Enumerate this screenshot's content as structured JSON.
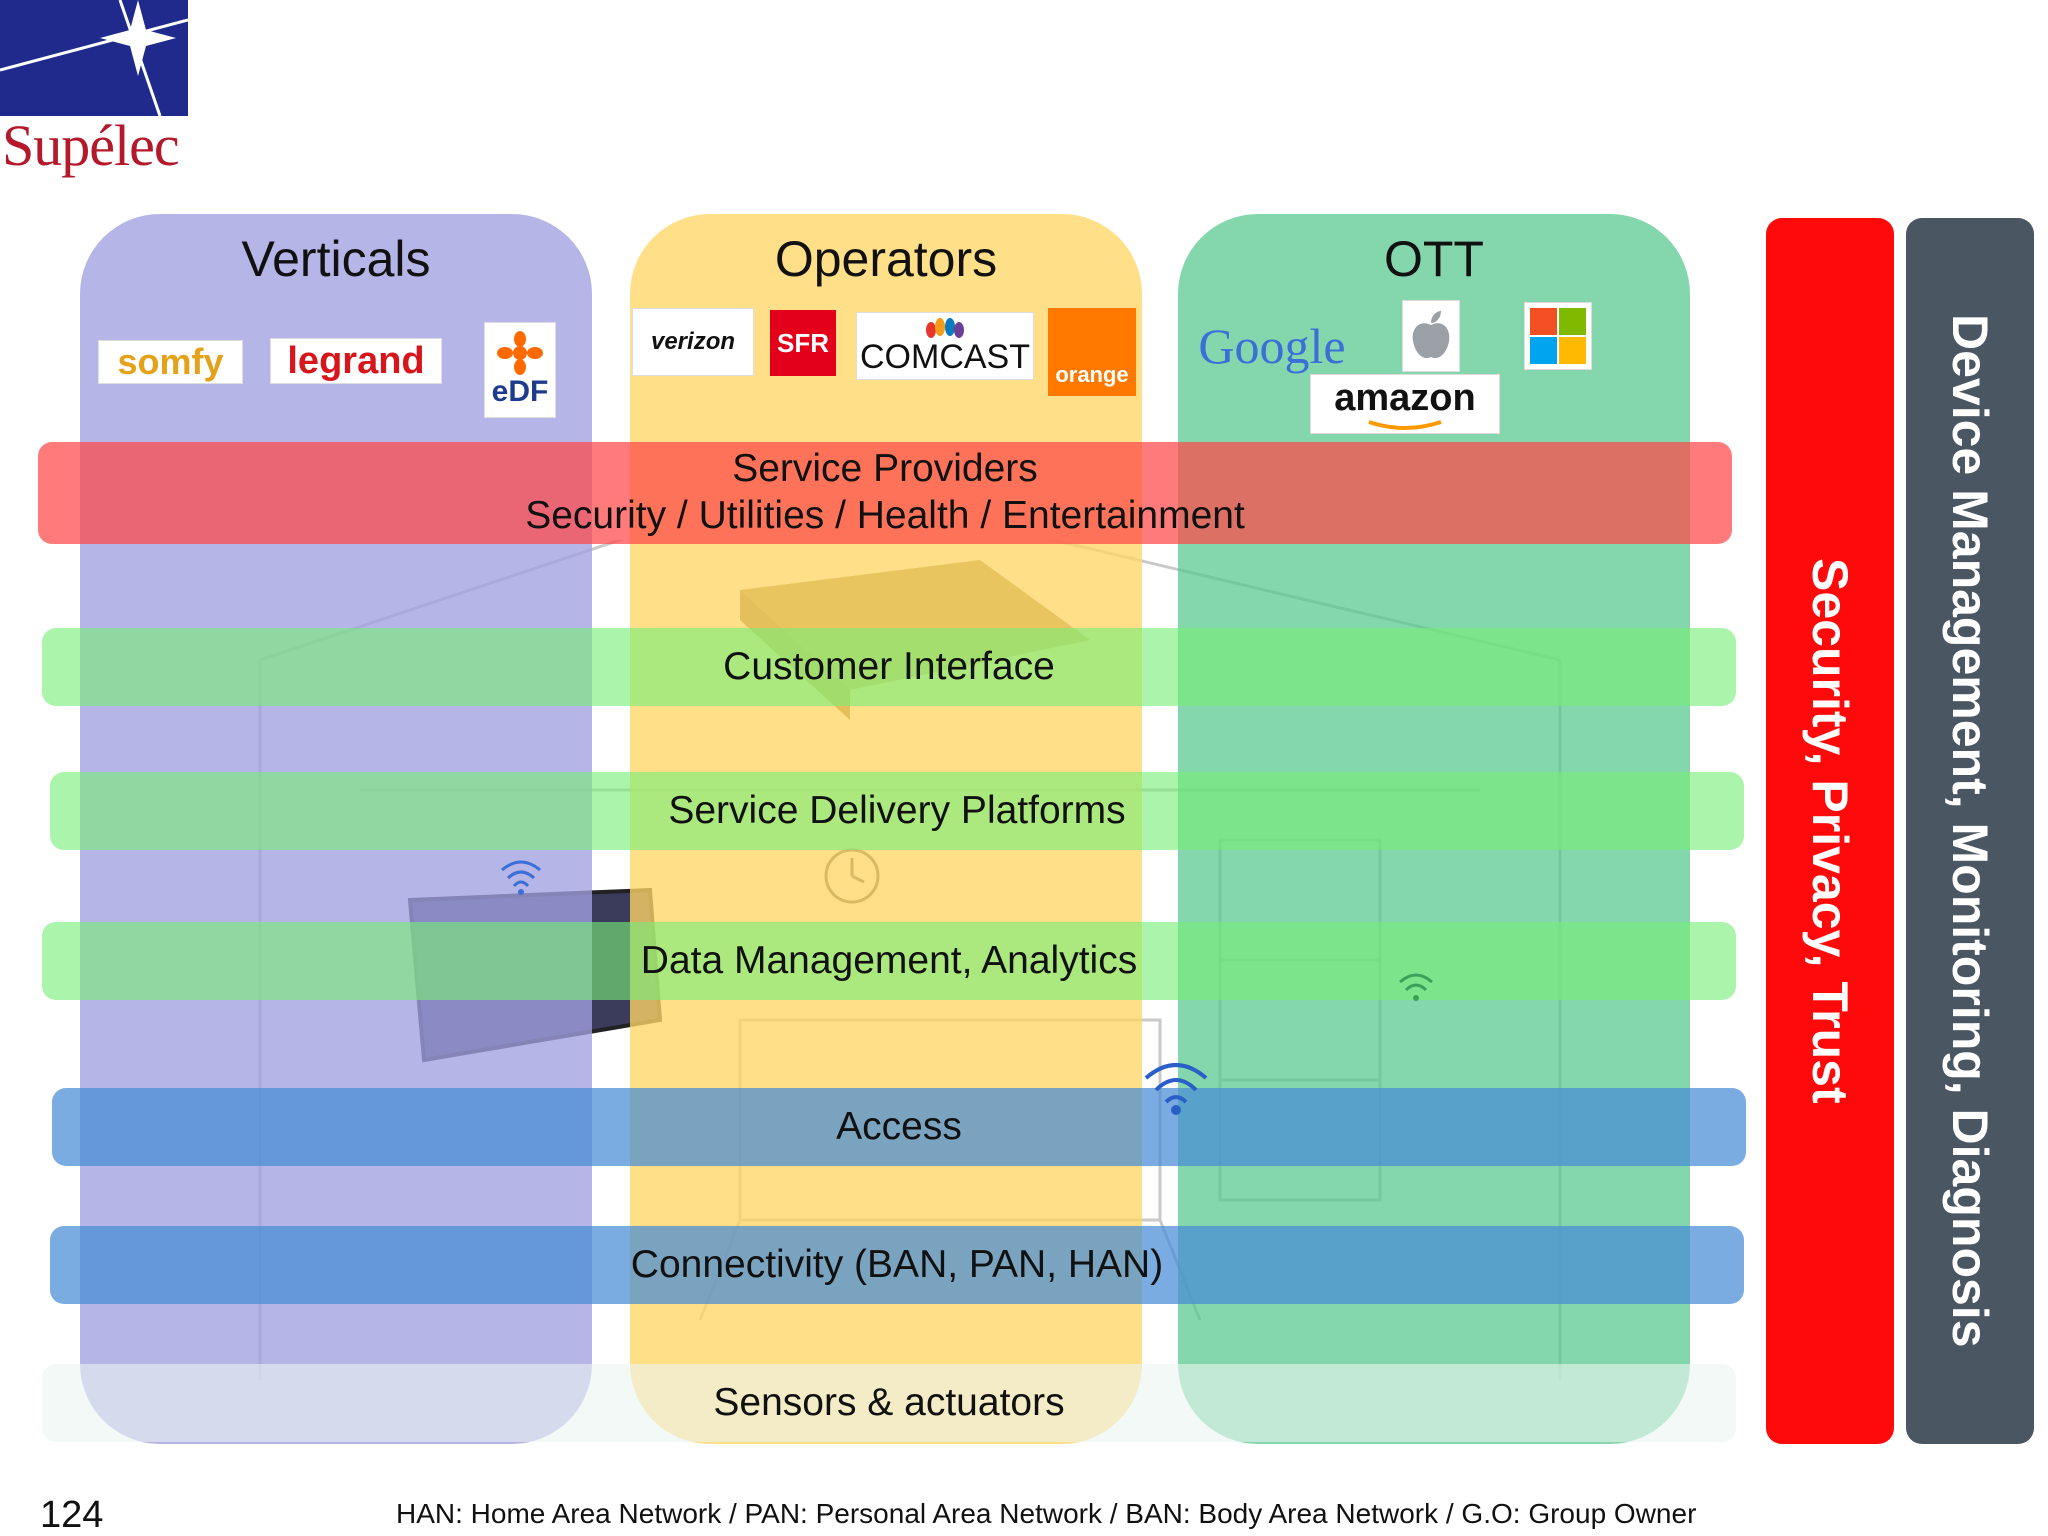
{
  "logo": {
    "text": "Supélec",
    "box_color": "#1f2a8c",
    "text_color": "#b3182b"
  },
  "columns": [
    {
      "title": "Verticals",
      "color": "#a0a0e2",
      "brands": [
        "somfy",
        "legrand",
        "eDF"
      ]
    },
    {
      "title": "Operators",
      "color": "#ffd666",
      "brands": [
        "verizon",
        "SFR",
        "COMCAST",
        "orange"
      ]
    },
    {
      "title": "OTT",
      "color": "#54c88e",
      "brands": [
        "Google",
        "apple-icon",
        "windows-icon",
        "amazon"
      ]
    }
  ],
  "bands": {
    "service_providers": {
      "line1": "Service Providers",
      "line2": "Security / Utilities / Health / Entertainment"
    },
    "customer_interface": "Customer Interface",
    "service_delivery": "Service Delivery Platforms",
    "data_management": "Data Management, Analytics",
    "access": "Access",
    "connectivity": "Connectivity (BAN, PAN, HAN)",
    "sensors": "Sensors & actuators"
  },
  "side_bars": {
    "security": {
      "label": "Security, Privacy, Trust",
      "color": "#ff0a0a"
    },
    "device": {
      "label": "Device Management, Monitoring, Diagnosis",
      "color": "#4a5662"
    }
  },
  "page_number": "124",
  "footnote": "HAN: Home Area Network / PAN: Personal Area Network / BAN: Body Area Network / G.O: Group Owner"
}
